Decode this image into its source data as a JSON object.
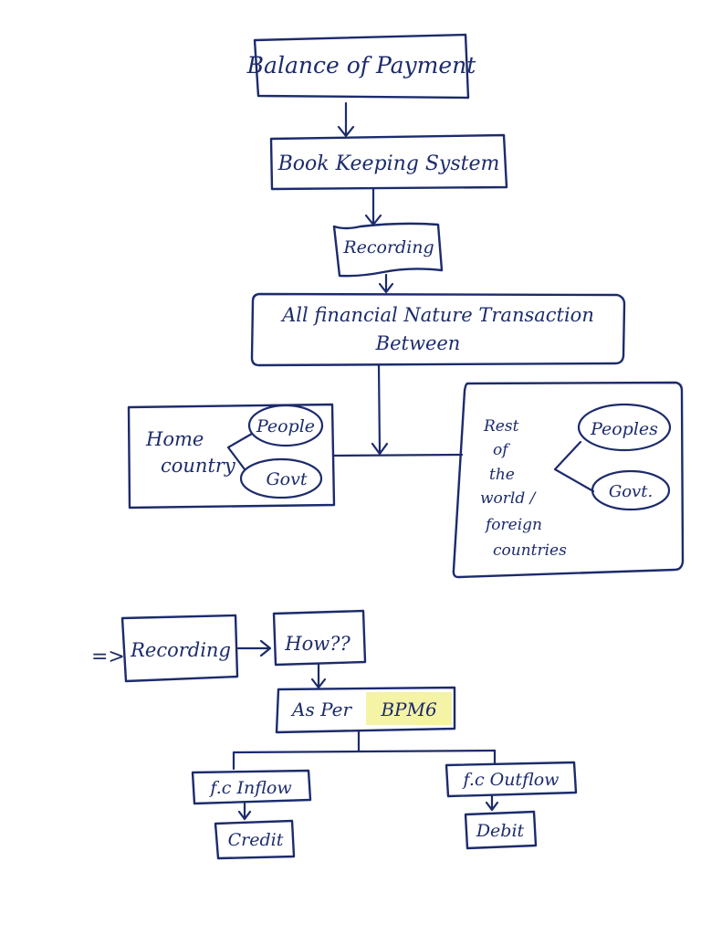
{
  "ink_color": "#1c2b6b",
  "highlight_color": "#f4f3a6",
  "flow": {
    "title": "Balance of Payment",
    "system": "Book Keeping System",
    "recording": "Recording",
    "transactions": {
      "line1": "All financial Nature Transaction",
      "line2": "Between"
    },
    "home": {
      "label_line1": "Home",
      "label_line2": "country",
      "peoples": "People",
      "govt": "Govt"
    },
    "rest": {
      "label_lines": [
        "Rest",
        "of",
        "the",
        "world /",
        "foreign",
        "countries"
      ],
      "peoples": "Peoples",
      "govt": "Govt."
    }
  },
  "second": {
    "implies": "=>",
    "recording": "Recording",
    "how": "How??",
    "as_per": "As Per",
    "bpm": "BPM6",
    "inflow": "f.c Inflow",
    "credit": "Credit",
    "outflow": "f.c Outflow",
    "debit": "Debit"
  }
}
